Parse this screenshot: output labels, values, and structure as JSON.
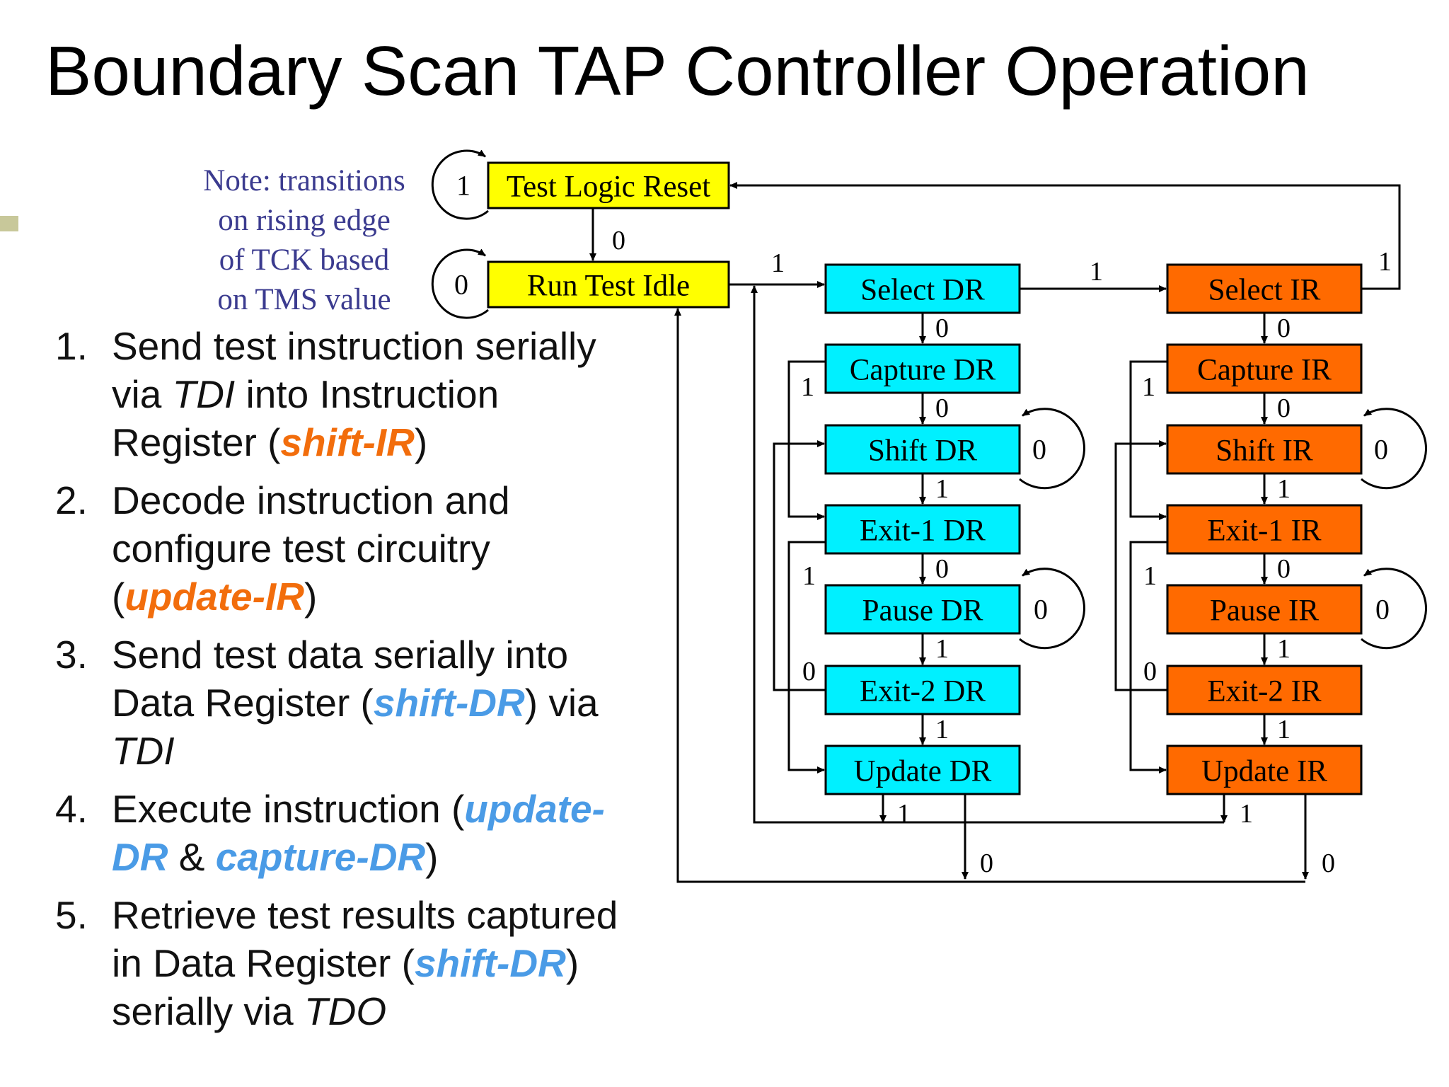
{
  "title": "Boundary Scan TAP Controller Operation",
  "note": [
    "Note: transitions",
    "on rising edge",
    "of TCK based",
    "on TMS value"
  ],
  "steps": [
    {
      "num": "1.",
      "parts": [
        {
          "t": "Send test instruction serially via "
        },
        {
          "t": "TDI",
          "s": "ital"
        },
        {
          "t": " into Instruction Register ("
        },
        {
          "t": "shift-IR",
          "s": "orange"
        },
        {
          "t": ")"
        }
      ]
    },
    {
      "num": "2.",
      "parts": [
        {
          "t": "Decode instruction and configure test circuitry ("
        },
        {
          "t": "update-IR",
          "s": "orange"
        },
        {
          "t": ")"
        }
      ]
    },
    {
      "num": "3.",
      "parts": [
        {
          "t": "Send test data serially into Data Register ("
        },
        {
          "t": "shift-DR",
          "s": "blue"
        },
        {
          "t": ") via "
        },
        {
          "t": "TDI",
          "s": "ital"
        }
      ]
    },
    {
      "num": "4.",
      "parts": [
        {
          "t": "Execute instruction ("
        },
        {
          "t": "update-DR",
          "s": "blue"
        },
        {
          "t": " & "
        },
        {
          "t": "capture-DR",
          "s": "blue"
        },
        {
          "t": ")"
        }
      ]
    },
    {
      "num": "5.",
      "parts": [
        {
          "t": "Retrieve test results captured in Data Register ("
        },
        {
          "t": "shift-DR",
          "s": "blue"
        },
        {
          "t": ") serially via "
        },
        {
          "t": "TDO",
          "s": "ital"
        }
      ]
    }
  ],
  "colors": {
    "yellow": "#ffff00",
    "cyan": "#00f0ff",
    "orange": "#ff6a00",
    "line": "#000000"
  },
  "states": {
    "tlr": "Test Logic Reset",
    "rti": "Run Test Idle",
    "dr": [
      "Select DR",
      "Capture DR",
      "Shift DR",
      "Exit-1 DR",
      "Pause DR",
      "Exit-2 DR",
      "Update DR"
    ],
    "ir": [
      "Select IR",
      "Capture IR",
      "Shift IR",
      "Exit-1 IR",
      "Pause IR",
      "Exit-2 IR",
      "Update IR"
    ]
  },
  "loop_values": {
    "tlr": "1",
    "rti": "0",
    "shift": "0",
    "pause": "0"
  },
  "transition_labels": {
    "zero": "0",
    "one": "1"
  }
}
